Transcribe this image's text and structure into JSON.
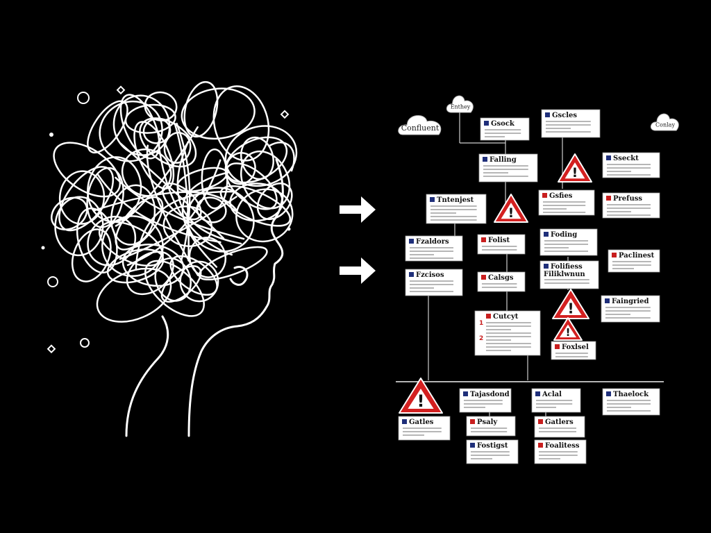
{
  "colors": {
    "background": "#000000",
    "line": "#ffffff",
    "card": "#ffffff",
    "card_text": "#111111",
    "warning": "#d32020",
    "icon_blue": "#1f2f7a",
    "icon_red": "#c81e1e"
  },
  "clouds": [
    {
      "id": "cloud-left",
      "label": "Confluent"
    },
    {
      "id": "cloud-top",
      "label": "Enthey"
    },
    {
      "id": "cloud-right",
      "label": "Conlay"
    }
  ],
  "cards": [
    {
      "id": "c1",
      "title": "Gsock",
      "icon": "blue-square-icon"
    },
    {
      "id": "c2",
      "title": "Gscles",
      "icon": "blue-square-icon"
    },
    {
      "id": "c3",
      "title": "Falling",
      "icon": "blue-square-icon"
    },
    {
      "id": "c4",
      "title": "Sseckt",
      "icon": "blue-square-icon"
    },
    {
      "id": "c5",
      "title": "Tntenjest",
      "icon": "blue-square-icon"
    },
    {
      "id": "c6",
      "title": "Gsfies",
      "icon": "red-square-icon"
    },
    {
      "id": "c7",
      "title": "Prefuss",
      "icon": "red-square-icon"
    },
    {
      "id": "c8",
      "title": "Fzaldors",
      "icon": "blue-square-icon"
    },
    {
      "id": "c9",
      "title": "Folist",
      "icon": "red-square-icon"
    },
    {
      "id": "c10",
      "title": "Foding",
      "icon": "blue-square-icon"
    },
    {
      "id": "c11",
      "title": "Paclinest",
      "icon": "red-square-icon"
    },
    {
      "id": "c12",
      "title": "Fzcisos",
      "icon": "blue-square-icon"
    },
    {
      "id": "c13",
      "title": "Calsgs",
      "icon": "red-square-icon"
    },
    {
      "id": "c14",
      "title": "Folifiess",
      "icon": "blue-square-icon",
      "subtitle": "Filiklwnun"
    },
    {
      "id": "c15",
      "title": "Faingried",
      "icon": "blue-square-icon"
    },
    {
      "id": "c16",
      "title": "Cutcyt",
      "icon": "red-square-icon",
      "markers": [
        "1",
        "2"
      ]
    },
    {
      "id": "c17",
      "title": "Foxlsel",
      "icon": "red-square-icon"
    },
    {
      "id": "c18",
      "title": "Tajasdond",
      "icon": "blue-square-icon"
    },
    {
      "id": "c19",
      "title": "Aclal",
      "icon": "blue-square-icon"
    },
    {
      "id": "c20",
      "title": "Thaelock",
      "icon": "blue-square-icon"
    },
    {
      "id": "c21",
      "title": "Gatles",
      "icon": "blue-square-icon"
    },
    {
      "id": "c22",
      "title": "Psaly",
      "icon": "red-square-icon"
    },
    {
      "id": "c23",
      "title": "Gatlers",
      "icon": "red-square-icon"
    },
    {
      "id": "c24",
      "title": "Fostigst",
      "icon": "blue-square-icon"
    },
    {
      "id": "c25",
      "title": "Foalitess",
      "icon": "red-square-icon"
    }
  ],
  "warnings": [
    {
      "id": "w1",
      "symbol": "!"
    },
    {
      "id": "w2",
      "symbol": "!"
    },
    {
      "id": "w3",
      "symbol": "!"
    },
    {
      "id": "w4",
      "symbol": "!"
    },
    {
      "id": "w5",
      "symbol": "!"
    }
  ],
  "arrows": [
    {
      "id": "arrow-1",
      "icon": "right-arrow-icon"
    },
    {
      "id": "arrow-2",
      "icon": "right-arrow-icon"
    }
  ]
}
